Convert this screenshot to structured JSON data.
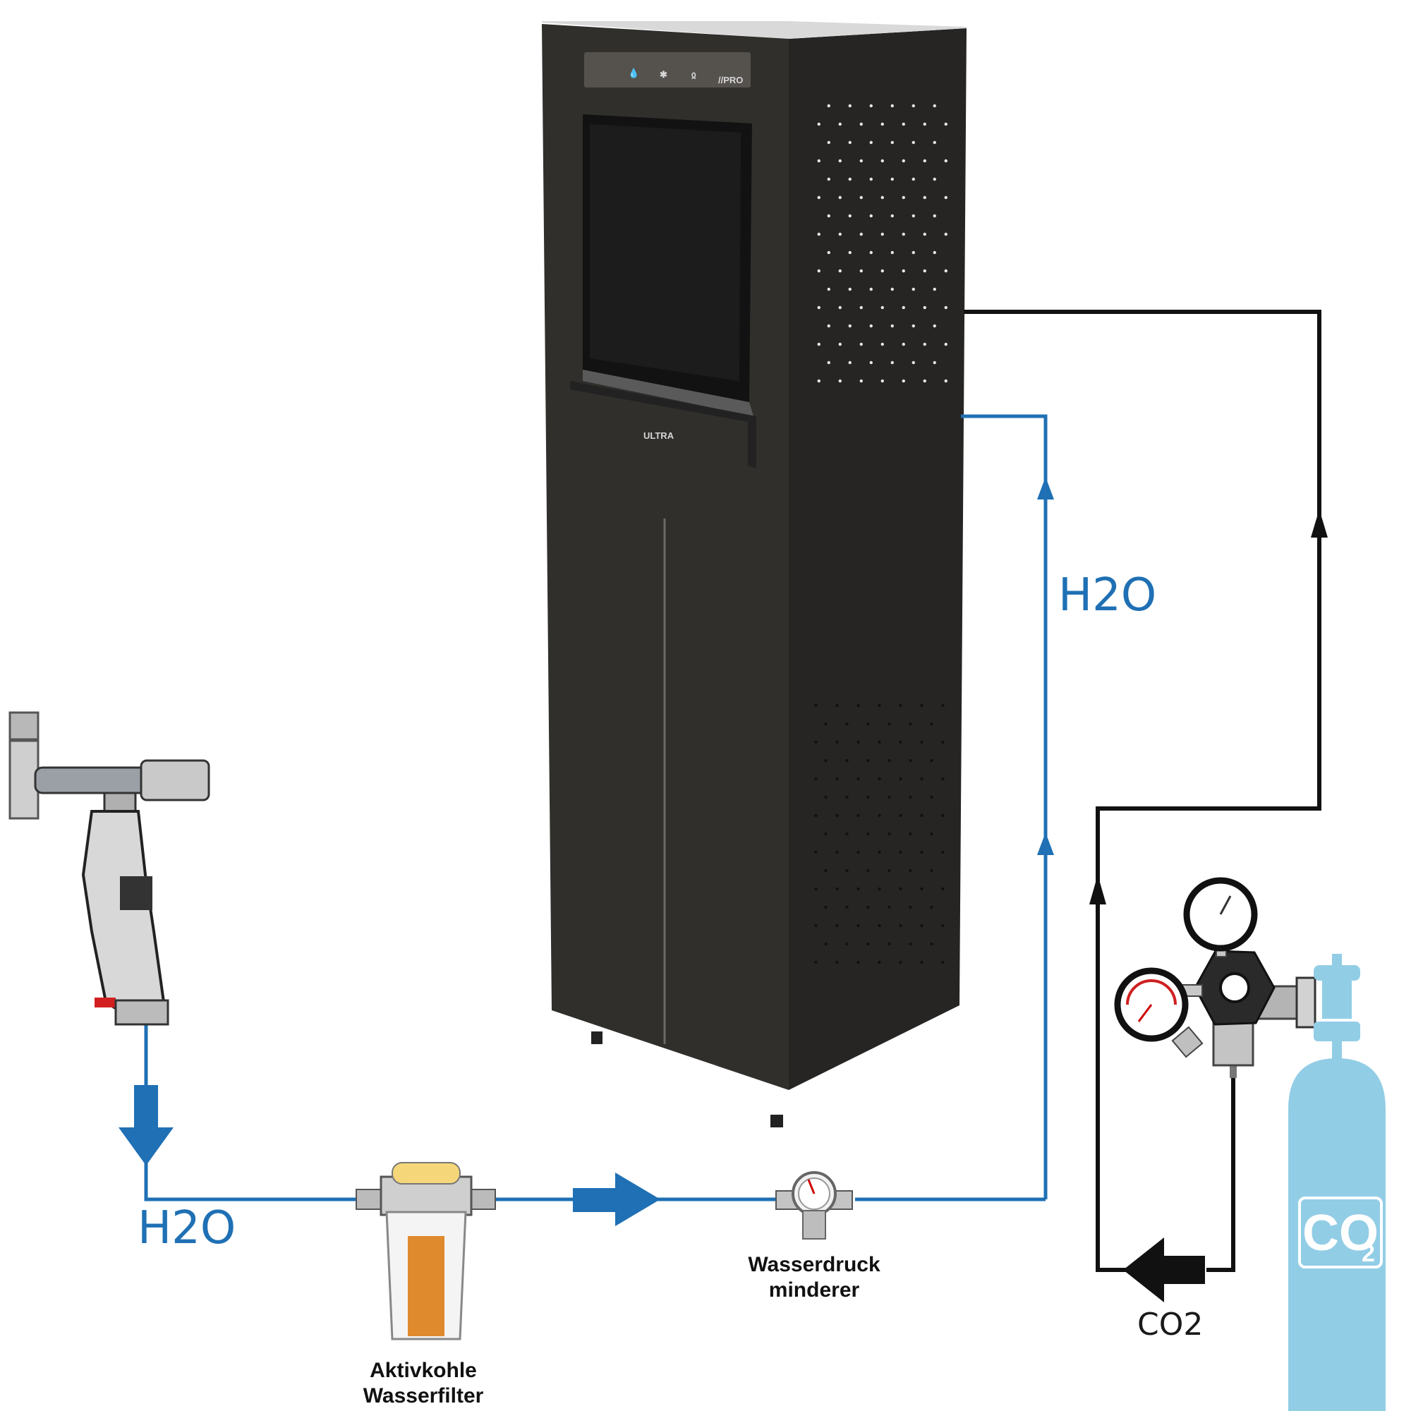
{
  "labels": {
    "h2o_upper": "H2O",
    "h2o_lower": "H2O",
    "co2_line": "CO2",
    "filter_line1": "Aktivkohle",
    "filter_line2": "Wasserfilter",
    "reducer_line1": "Wasserdruck",
    "reducer_line2": "minderer",
    "cabinet_brand": "//PRO",
    "cabinet_logo": "ULTRA",
    "cylinder_badge_main": "CO",
    "cylinder_badge_sub": "2"
  },
  "colors": {
    "water_line": "#1f70b4",
    "co2_line": "#111111",
    "cabinet": "#2b2a28",
    "filter_cartridge": "#e08a2e",
    "cylinder": "#92cde6"
  }
}
